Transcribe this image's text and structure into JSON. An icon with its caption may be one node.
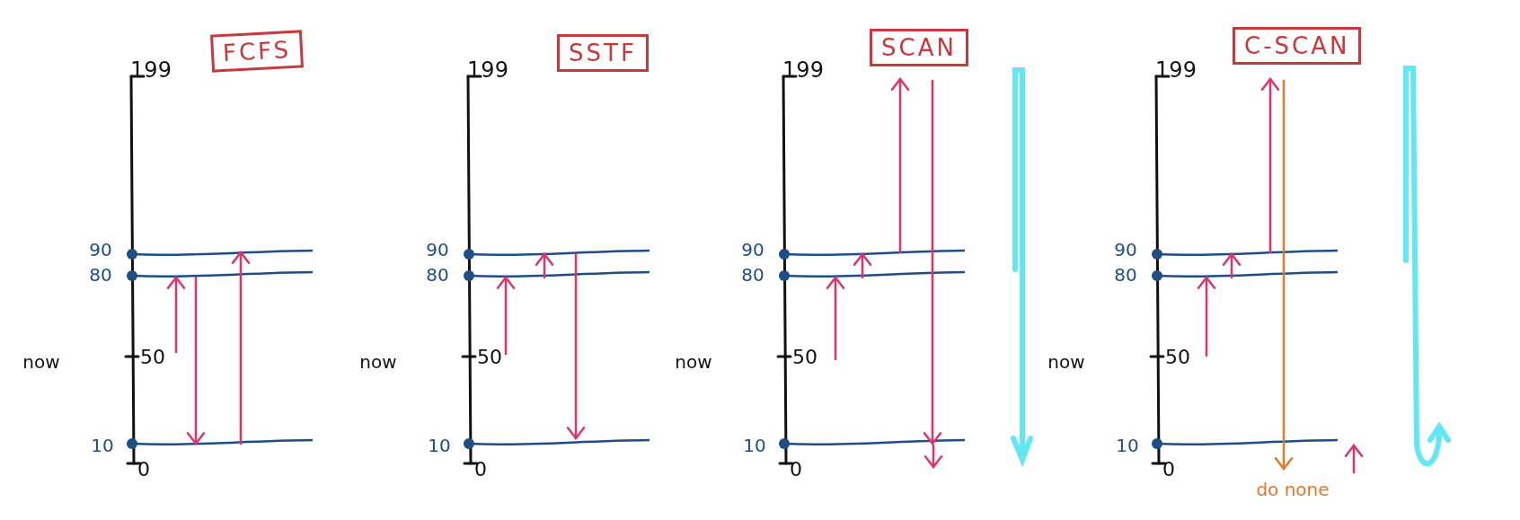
{
  "diagram": {
    "nodes": [
      {
        "text": [
          "FCFS"
        ]
      },
      {
        "text": [
          "SSTF"
        ]
      },
      {
        "text": [
          "SCAN"
        ]
      },
      {
        "text": [
          "C-SCAN"
        ]
      }
    ],
    "edges": [],
    "labels": [
      "199",
      "90",
      "80",
      "now",
      "50",
      "10",
      "0",
      "199",
      "90",
      "80",
      "now",
      "50",
      "10",
      "0",
      "199",
      "90",
      "80",
      "now",
      "50",
      "10",
      "0",
      "199",
      "90",
      "80",
      "now",
      "50",
      "10",
      "0",
      "do none"
    ]
  }
}
